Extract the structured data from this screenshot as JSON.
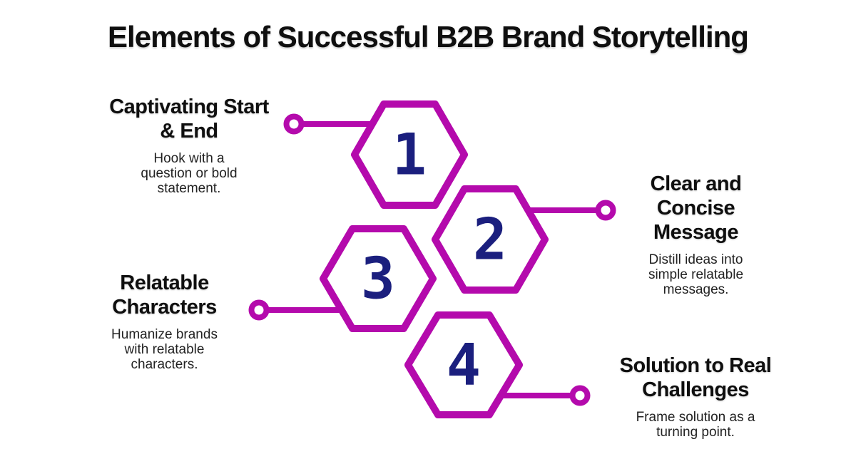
{
  "title": "Elements of Successful B2B Brand Storytelling",
  "colors": {
    "accent": "#b40aac",
    "number": "#1b1f7e",
    "title": "#0f0f0f",
    "body": "#222222",
    "background": "#ffffff"
  },
  "items": [
    {
      "number": "1",
      "heading": "Captivating Start & End",
      "description": "Hook with a question or bold statement.",
      "label_side": "left"
    },
    {
      "number": "2",
      "heading": "Clear and Concise Message",
      "description": "Distill ideas into simple relatable messages.",
      "label_side": "right"
    },
    {
      "number": "3",
      "heading": "Relatable Characters",
      "description": "Humanize brands with relatable characters.",
      "label_side": "left"
    },
    {
      "number": "4",
      "heading": "Solution to Real Challenges",
      "description": "Frame solution as a turning point.",
      "label_side": "right"
    }
  ]
}
